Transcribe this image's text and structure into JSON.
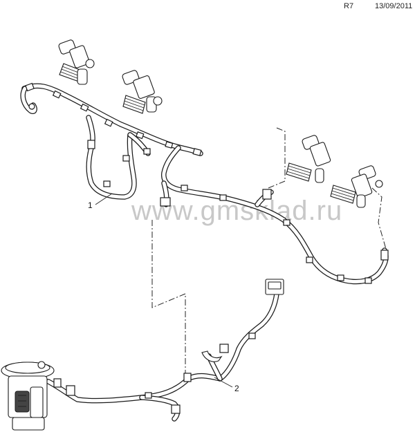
{
  "header": {
    "revision": "R7",
    "date": "13/09/2011"
  },
  "watermark": "www.gmsklad.ru",
  "callouts": [
    {
      "label": "1"
    },
    {
      "label": "2"
    }
  ]
}
